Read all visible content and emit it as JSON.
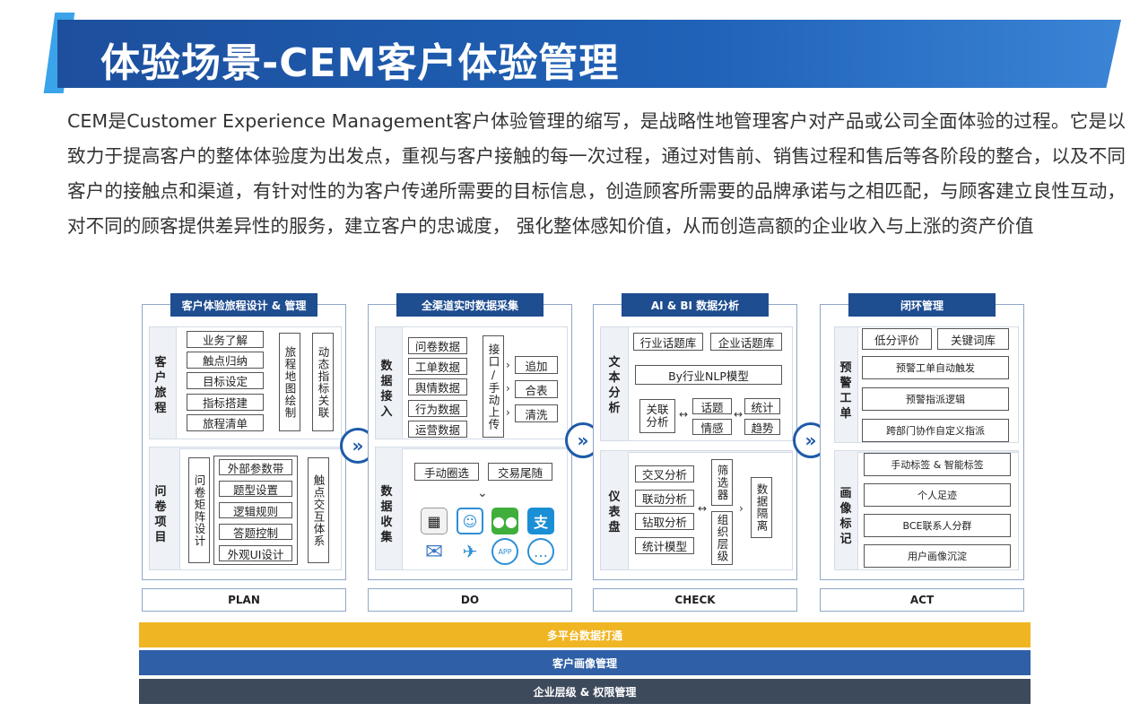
{
  "title": "体验场景-CEM客户体验管理",
  "intro": "CEM是Customer Experience Management客户体验管理的缩写，是战略性地管理客户对产品或公司全面体验的过程。它是以致力于提高客户的整体体验度为出发点，重视与客户接触的每一次过程，通过对售前、销售过程和售后等各阶段的整合，以及不同客户的接触点和渠道，有针对性的为客户传递所需要的目标信息，创造顾客所需要的品牌承诺与之相匹配，与顾客建立良性互动，对不同的顾客提供差异性的服务，建立客户的忠诚度，  强化整体感知价值，从而创造高额的企业收入与上涨的资产价值",
  "plan": {
    "header": "客户体验旅程设计 & 管理",
    "journey": {
      "label": "客户旅程",
      "items": [
        "业务了解",
        "触点归纳",
        "目标设定",
        "指标搭建",
        "旅程清单"
      ],
      "map": "旅程地图绘制",
      "metrics": "动态指标关联"
    },
    "survey": {
      "label": "问卷项目",
      "matrix": "问卷矩阵设计",
      "items": [
        "外部参数带",
        "题型设置",
        "逻辑规则",
        "答题控制",
        "外观UI设计"
      ],
      "touch": "触点交互体系"
    },
    "phase": "PLAN"
  },
  "do": {
    "header": "全渠道实时数据采集",
    "access": {
      "label": "数据接入",
      "items": [
        "问卷数据",
        "工单数据",
        "舆情数据",
        "行为数据",
        "运营数据"
      ],
      "upload": "接口/手动上传",
      "actions": [
        "追加",
        "合表",
        "清洗"
      ]
    },
    "collect": {
      "label": "数据收集",
      "items": [
        "手动圈选",
        "交易尾随"
      ],
      "icon_app": "APP"
    },
    "phase": "DO"
  },
  "check": {
    "header": "AI & BI 数据分析",
    "text": {
      "label": "文本分析",
      "libs": [
        "行业话题库",
        "企业话题库"
      ],
      "model": "By行业NLP模型",
      "relate": "关联分析",
      "mid": [
        "话题",
        "情感"
      ],
      "right": [
        "统计",
        "趋势"
      ]
    },
    "dash": {
      "label": "仪表盘",
      "items": [
        "交叉分析",
        "联动分析",
        "钻取分析",
        "统计模型"
      ],
      "filter": "筛选器",
      "org": "组织层级",
      "isolate": "数据隔离"
    },
    "phase": "CHECK"
  },
  "act": {
    "header": "闭环管理",
    "ticket": {
      "label": "预警工单",
      "tags": [
        "低分评价",
        "关键词库"
      ],
      "items": [
        "预警工单自动触发",
        "预警指派逻辑",
        "跨部门协作自定义指派"
      ]
    },
    "portrait": {
      "label": "画像标记",
      "items": [
        "手动标签 & 智能标签",
        "个人足迹",
        "BCE联系人分群",
        "用户画像沉淀"
      ]
    },
    "phase": "ACT"
  },
  "bars": [
    "多平台数据打通",
    "客户画像管理",
    "企业层级 & 权限管理"
  ],
  "colors": {
    "banner": "#1f62b7",
    "header": "#1e4d90",
    "bar1": "#f0b522",
    "bar2": "#2f5fa6",
    "bar3": "#3d4a5c"
  }
}
